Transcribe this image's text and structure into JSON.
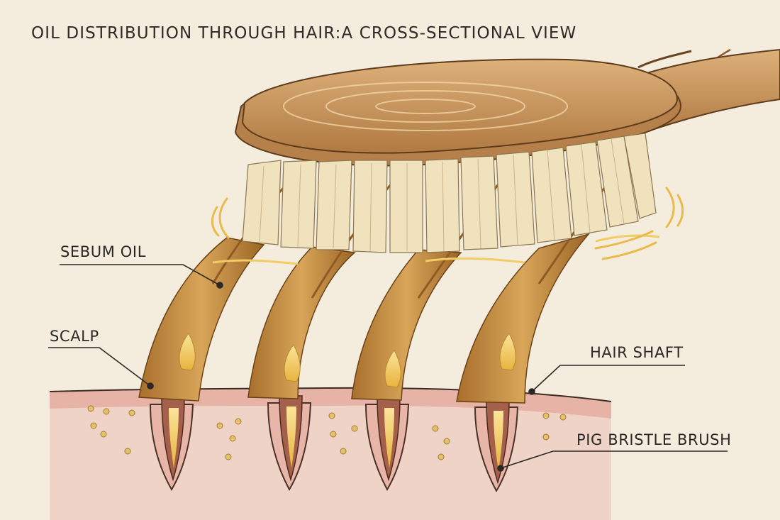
{
  "title": "OIL DISTRIBUTION THROUGH HAIR:A CROSS-SECTIONAL VIEW",
  "labels": {
    "sebum_oil": "SEBUM OIL",
    "scalp": "SCALP",
    "hair_shaft": "HAIR SHAFT",
    "pig_bristle_brush": "PIG BRISTLE BRUSH"
  },
  "colors": {
    "background": "#f4ecdc",
    "skin": "#ecc7bb",
    "wood": "#c8955a",
    "bristle": "#efe2bd",
    "hair": "#c48a3e",
    "oil": "#f1c75a"
  }
}
